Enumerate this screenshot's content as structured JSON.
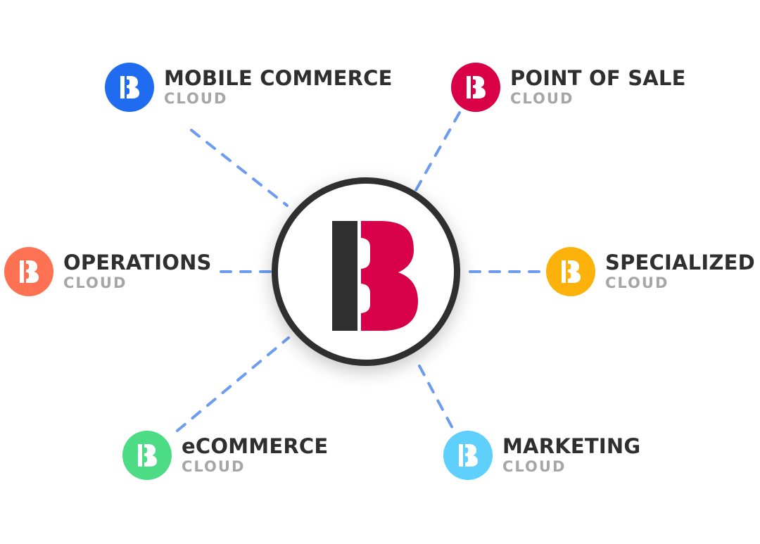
{
  "colors": {
    "hub_border": "#2f2f2f",
    "hub_left_bar": "#2f2f2f",
    "hub_b": "#d80048",
    "connector": "#6b9cf0",
    "title_text": "#2f2f2f",
    "subtitle_text": "#a6a6a6"
  },
  "hub": {
    "logo_icon": "brand-b-logo-icon"
  },
  "nodes": {
    "mobile": {
      "title": "MOBILE COMMERCE",
      "subtitle": "CLOUD",
      "color": "#1f6cf0",
      "icon": "brand-b-icon"
    },
    "pos": {
      "title": "POINT OF SALE",
      "subtitle": "CLOUD",
      "color": "#d90048",
      "icon": "brand-b-icon"
    },
    "ops": {
      "title": "OPERATIONS",
      "subtitle": "CLOUD",
      "color": "#fe7253",
      "icon": "brand-b-icon"
    },
    "spec": {
      "title": "SPECIALIZED",
      "subtitle": "CLOUD",
      "color": "#fdb20b",
      "icon": "brand-b-icon"
    },
    "ecom": {
      "title": "eCOMMERCE",
      "subtitle": "CLOUD",
      "color": "#4cdc85",
      "icon": "brand-b-icon"
    },
    "mkt": {
      "title": "MARKETING",
      "subtitle": "CLOUD",
      "color": "#5ed0fb",
      "icon": "brand-b-icon"
    }
  }
}
